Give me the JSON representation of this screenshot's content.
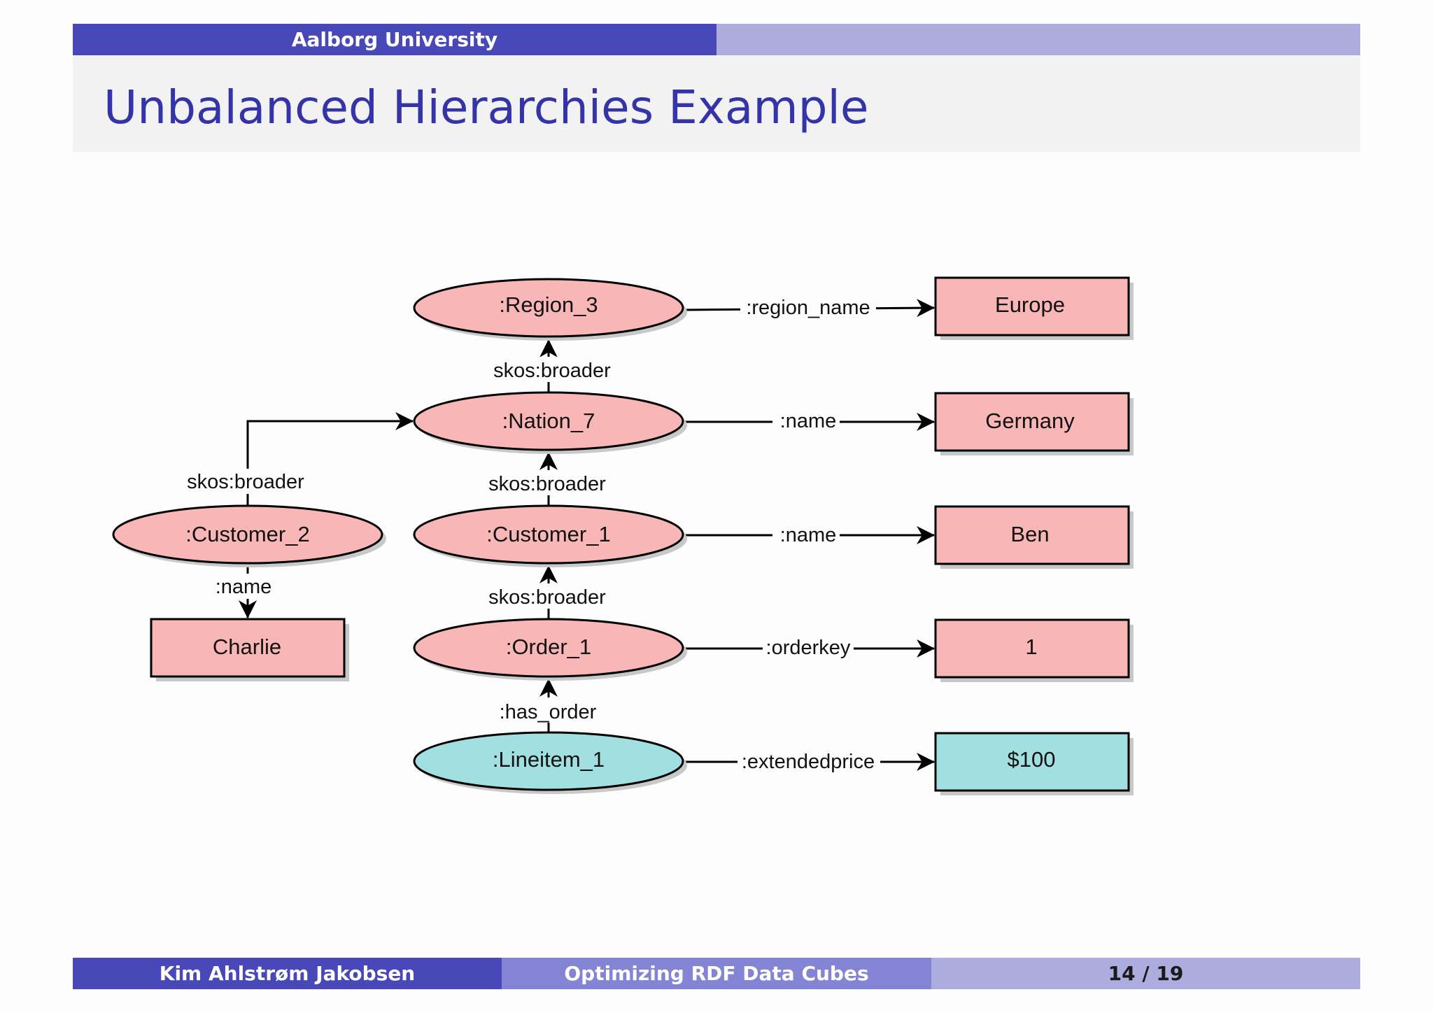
{
  "header": {
    "institution": "Aalborg University",
    "title": "Unbalanced Hierarchies Example"
  },
  "diagram": {
    "nodes": {
      "region_3": ":Region_3",
      "nation_7": ":Nation_7",
      "customer_2": ":Customer_2",
      "customer_1": ":Customer_1",
      "order_1": ":Order_1",
      "lineitem_1": ":Lineitem_1"
    },
    "literals": {
      "europe": "Europe",
      "germany": "Germany",
      "ben": "Ben",
      "charlie": "Charlie",
      "one": "1",
      "price": "$100"
    },
    "edges": {
      "region_name": ":region_name",
      "nation_name": ":name",
      "customer_1_name": ":name",
      "orderkey": ":orderkey",
      "extendedprice": ":extendedprice",
      "nation_broader": "skos:broader",
      "customer_1_broader": "skos:broader",
      "order_broader": "skos:broader",
      "has_order": ":has_order",
      "customer_2_broader": "skos:broader",
      "customer_2_name": ":name"
    },
    "colors": {
      "pink": "#f9b6b6",
      "cyan": "#a2dfe0",
      "shadow": "#c8c8c8"
    }
  },
  "footer": {
    "author": "Kim Ahlstrøm Jakobsen",
    "talk": "Optimizing RDF Data Cubes",
    "page": "14 / 19"
  }
}
